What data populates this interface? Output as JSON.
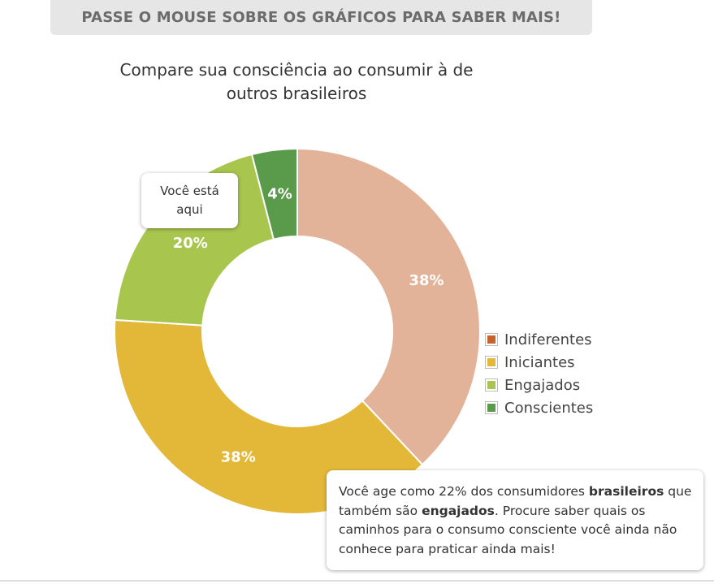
{
  "banner": {
    "text": "PASSE O MOUSE SOBRE OS GRÁFICOS PARA SABER MAIS!"
  },
  "chart_data": {
    "type": "pie",
    "title": "Compare sua consciência ao consumir à de outros brasileiros",
    "categories": [
      "Indiferentes",
      "Iniciantes",
      "Engajados",
      "Conscientes"
    ],
    "values": [
      38,
      38,
      20,
      4
    ],
    "labels": [
      "38%",
      "38%",
      "20%",
      "4%"
    ],
    "colors": [
      "#e3b399",
      "#e3b839",
      "#a8c54e",
      "#5a9a4b"
    ],
    "legend_colors": [
      "#c9612a",
      "#e3b839",
      "#a8c54e",
      "#5a9a4b"
    ],
    "legend_position": "right"
  },
  "tooltip_marker": {
    "line1": "Você está",
    "line2": "aqui"
  },
  "info_tooltip": {
    "t1": "Você age como 22% dos consumidores ",
    "b1": "brasileiros",
    "t2": " que também são ",
    "b2": "engajados",
    "t3": ". Procure saber quais os caminhos para o consumo consciente você ainda não conhece para praticar ainda mais!"
  }
}
